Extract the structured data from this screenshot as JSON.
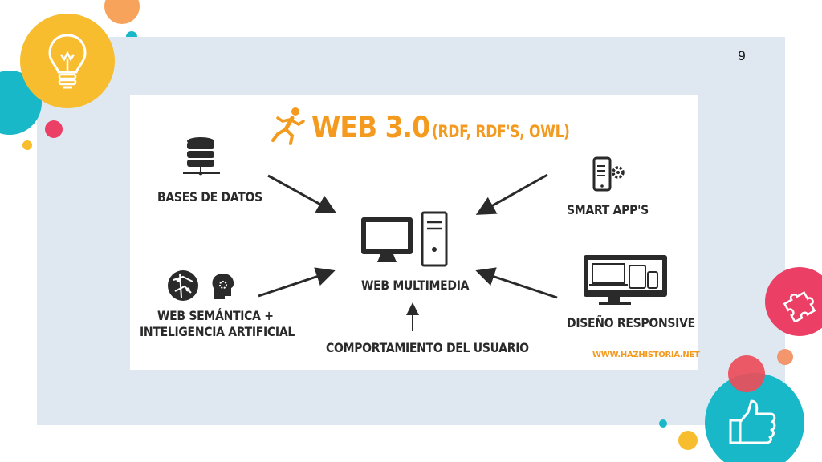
{
  "slide": {
    "page_number": "9"
  },
  "diagram": {
    "title": "WEB 3.0",
    "subtitle": "(RDF, RDF'S, OWL)",
    "center_label": "WEB MULTIMEDIA",
    "nodes": [
      {
        "id": "bases",
        "label": "BASES DE DATOS",
        "icon": "database-icon"
      },
      {
        "id": "smart",
        "label": "SMART APP'S",
        "icon": "smartphone-gear-icon"
      },
      {
        "id": "semantica",
        "label_line1": "WEB SEMÁNTICA +",
        "label_line2": "INTELIGENCIA ARTIFICIAL",
        "icon": "brain-network-icon"
      },
      {
        "id": "responsive",
        "label": "DISEÑO RESPONSIVE",
        "icon": "devices-icon"
      },
      {
        "id": "comportamiento",
        "label": "COMPORTAMIENTO DEL USUARIO"
      }
    ],
    "source": "WWW.HAZHISTORIA.NET"
  },
  "colors": {
    "accent_orange": "#f39a1f",
    "panel": "#dfe7f0",
    "deco_yellow": "#f7bd2e",
    "deco_teal": "#18b8c8",
    "deco_pink": "#ec3f66",
    "deco_coral": "#f47a5c"
  }
}
